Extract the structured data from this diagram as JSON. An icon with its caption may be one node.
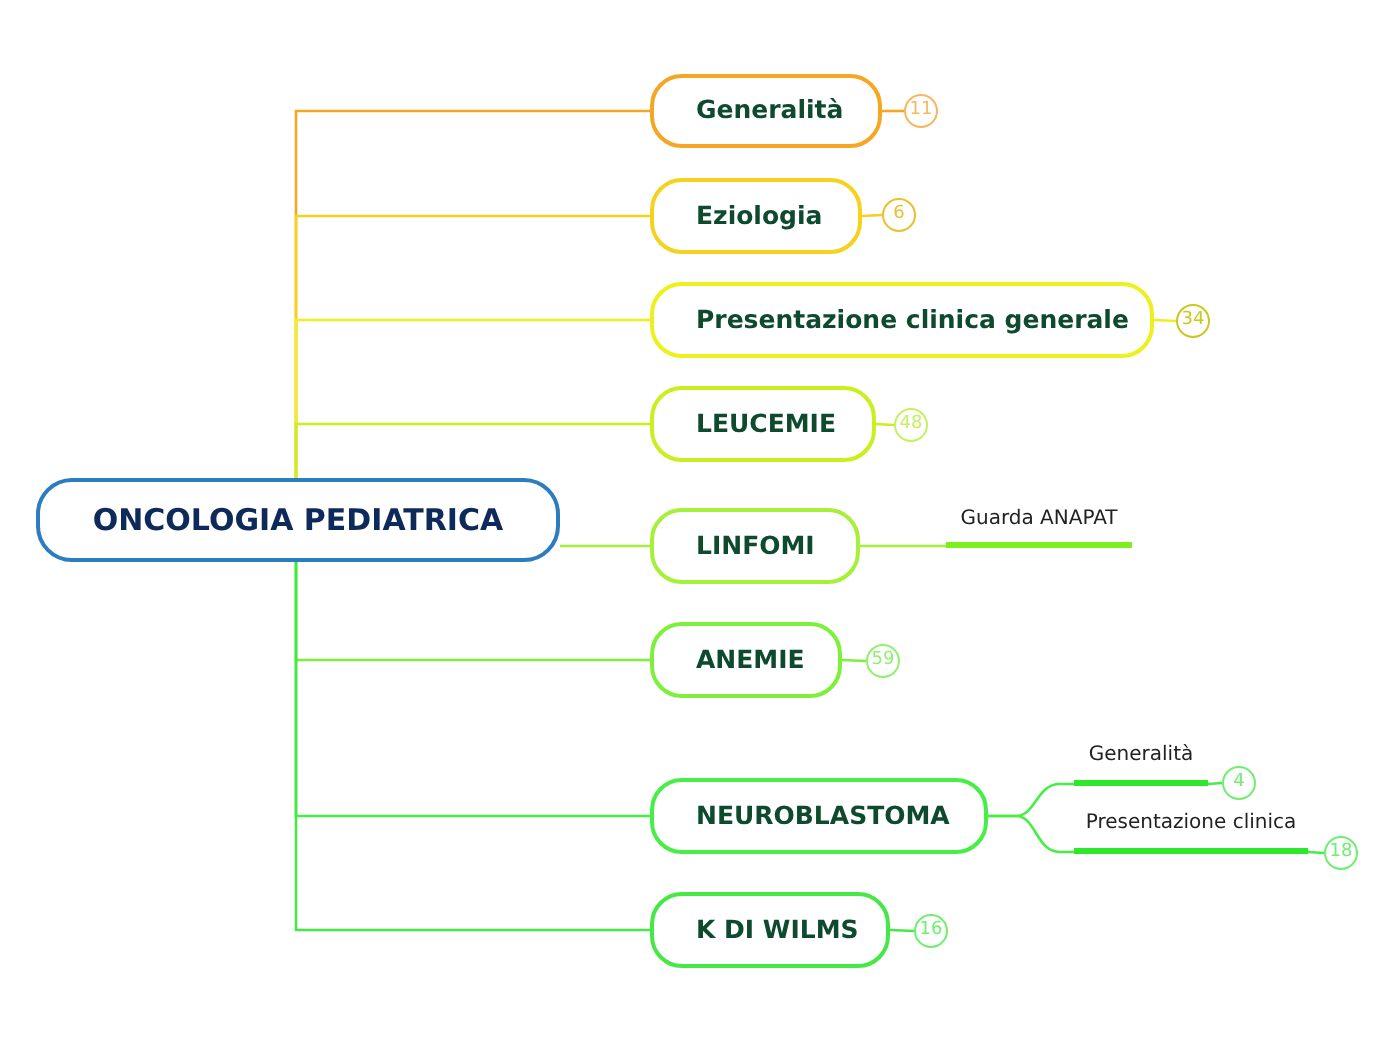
{
  "diagram": {
    "nodes": [
      {
        "text": [
          "ONCOLOGIA PEDIATRICA"
        ]
      },
      {
        "text": [
          "Generalità"
        ]
      },
      {
        "text": [
          "11"
        ]
      },
      {
        "text": [
          "Eziologia"
        ]
      },
      {
        "text": [
          "6"
        ]
      },
      {
        "text": [
          "Presentazione clinica generale"
        ]
      },
      {
        "text": [
          "34"
        ]
      },
      {
        "text": [
          "LEUCEMIE"
        ]
      },
      {
        "text": [
          "48"
        ]
      },
      {
        "text": [
          "LINFOMI"
        ]
      },
      {
        "text": [
          "Guarda ANAPAT"
        ]
      },
      {
        "text": [
          "ANEMIE"
        ]
      },
      {
        "text": [
          "59"
        ]
      },
      {
        "text": [
          "NEUROBLASTOMA"
        ]
      },
      {
        "text": [
          "Generalità"
        ]
      },
      {
        "text": [
          "4"
        ]
      },
      {
        "text": [
          "Presentazione clinica"
        ]
      },
      {
        "text": [
          "18"
        ]
      },
      {
        "text": [
          "K DI WILMS"
        ]
      },
      {
        "text": [
          "16"
        ]
      }
    ],
    "edges": [
      {
        "from": 0,
        "to": 1,
        "arrow": "none",
        "color": "#f5a623"
      },
      {
        "from": 0,
        "to": 3,
        "arrow": "none",
        "color": "#f5d21e"
      },
      {
        "from": 0,
        "to": 5,
        "arrow": "none",
        "color": "#eef01e"
      },
      {
        "from": 0,
        "to": 7,
        "arrow": "none",
        "color": "#c8f01e"
      },
      {
        "from": 0,
        "to": 9,
        "arrow": "none",
        "color": "#a6f03a"
      },
      {
        "from": 0,
        "to": 11,
        "arrow": "none",
        "color": "#7cf03a"
      },
      {
        "from": 0,
        "to": 13,
        "arrow": "none",
        "color": "#46ee46"
      },
      {
        "from": 0,
        "to": 18,
        "arrow": "none",
        "color": "#46e846"
      },
      {
        "from": 1,
        "to": 2,
        "arrow": "none",
        "color": "#f5a623"
      },
      {
        "from": 3,
        "to": 4,
        "arrow": "none",
        "color": "#f5d21e"
      },
      {
        "from": 5,
        "to": 6,
        "arrow": "none",
        "color": "#eef01e"
      },
      {
        "from": 7,
        "to": 8,
        "arrow": "none",
        "color": "#c8f01e"
      },
      {
        "from": 9,
        "to": 10,
        "arrow": "none",
        "color": "#a6f03a"
      },
      {
        "from": 11,
        "to": 12,
        "arrow": "none",
        "color": "#7cf03a"
      },
      {
        "from": 13,
        "to": 14,
        "arrow": "none",
        "color": "#46ee46"
      },
      {
        "from": 13,
        "to": 16,
        "arrow": "none",
        "color": "#46ee46"
      },
      {
        "from": 14,
        "to": 15,
        "arrow": "none",
        "color": "#46ee46"
      },
      {
        "from": 16,
        "to": 17,
        "arrow": "none",
        "color": "#46ee46"
      },
      {
        "from": 18,
        "to": 19,
        "arrow": "none",
        "color": "#46e846"
      }
    ]
  }
}
